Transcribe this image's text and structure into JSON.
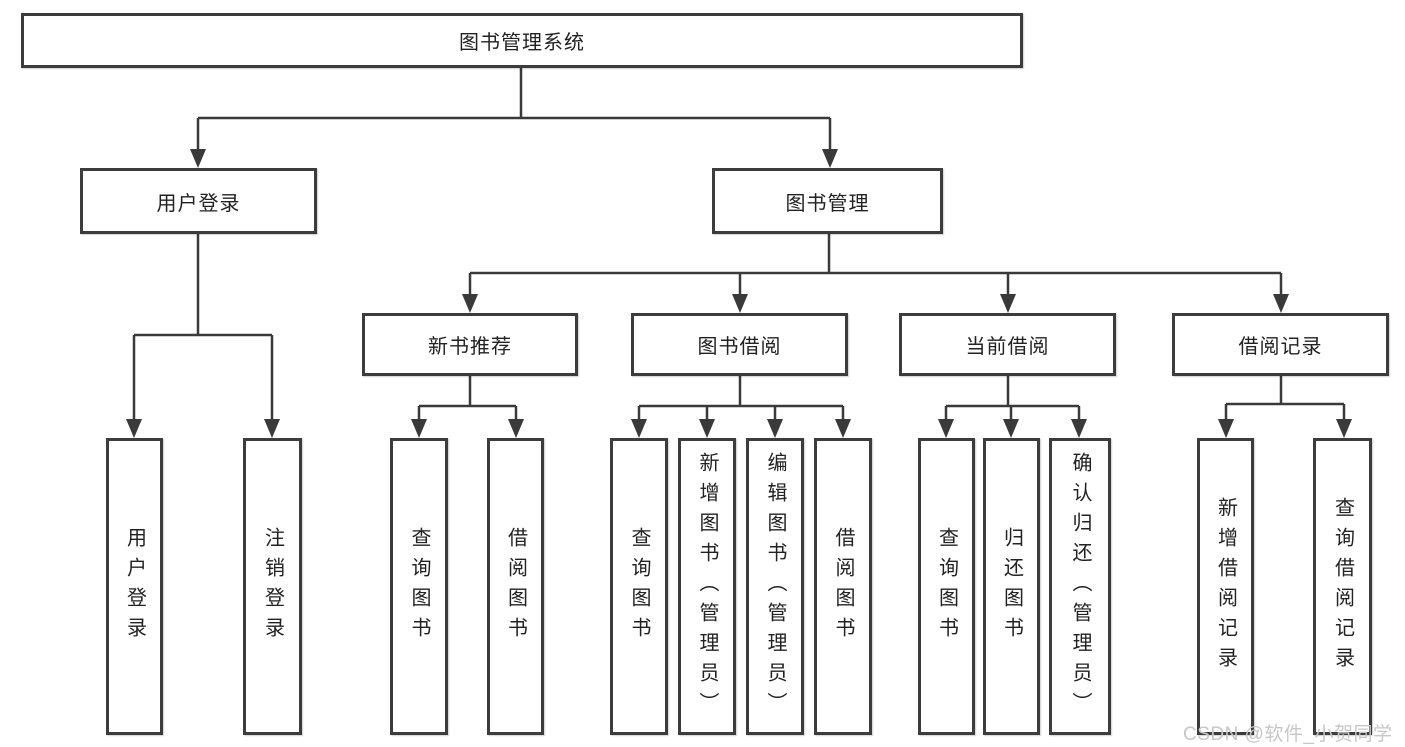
{
  "diagram_type": "functional-structure-tree",
  "tree": {
    "root": {
      "label": "图书管理系统",
      "children": [
        {
          "label": "用户登录",
          "children": [
            {
              "label": "用户登录"
            },
            {
              "label": "注销登录"
            }
          ]
        },
        {
          "label": "图书管理",
          "children": [
            {
              "label": "新书推荐",
              "children": [
                {
                  "label": "查询图书"
                },
                {
                  "label": "借阅图书"
                }
              ]
            },
            {
              "label": "图书借阅",
              "children": [
                {
                  "label": "查询图书"
                },
                {
                  "label": "新增图书（管理员）"
                },
                {
                  "label": "编辑图书（管理员）"
                },
                {
                  "label": "借阅图书"
                }
              ]
            },
            {
              "label": "当前借阅",
              "children": [
                {
                  "label": "查询图书"
                },
                {
                  "label": "归还图书"
                },
                {
                  "label": "确认归还（管理员）"
                }
              ]
            },
            {
              "label": "借阅记录",
              "children": [
                {
                  "label": "新增借阅记录"
                },
                {
                  "label": "查询借阅记录"
                }
              ]
            }
          ]
        }
      ]
    }
  },
  "watermark": {
    "text": "CSDN @软件_小贺同学"
  },
  "colors": {
    "background": "#ffffff",
    "line": "#3a3a3a",
    "box_border": "#3c3c3c",
    "text": "#222222",
    "watermark": "#c7c7c7"
  }
}
